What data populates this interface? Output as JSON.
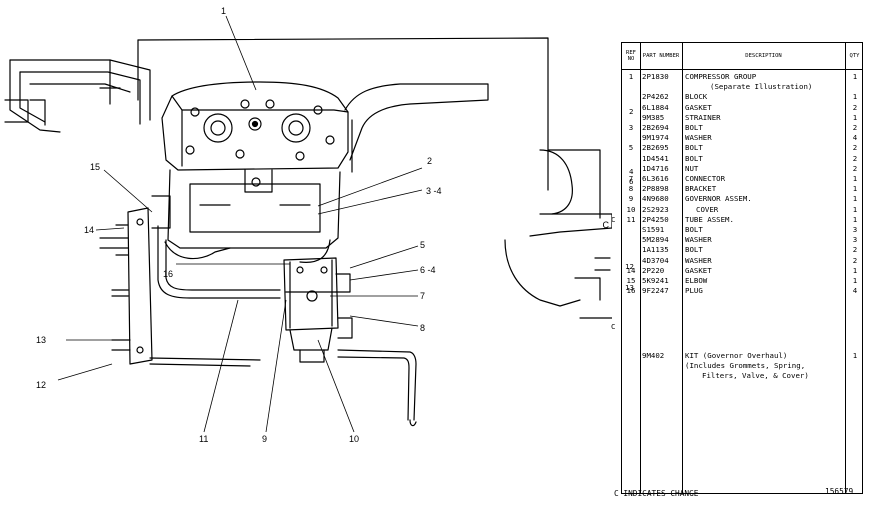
{
  "drawing": {
    "callouts": [
      "1",
      "2",
      "3 -4",
      "5",
      "6 -4",
      "7",
      "8",
      "10",
      "9",
      "11",
      "12",
      "13",
      "14",
      "15",
      "16"
    ],
    "change_marker": "C"
  },
  "table": {
    "headers": {
      "ref": "REF NO",
      "part": "PART NUMBER",
      "desc": "DESCRIPTION",
      "qty": "QTY"
    },
    "rows": [
      {
        "ref": "1",
        "part": "2P1830",
        "desc": "COMPRESSOR GROUP",
        "qty": "1"
      },
      {
        "ref": "",
        "part": "",
        "desc": "(Separate Illustration)",
        "qty": ""
      },
      {
        "ref": "",
        "part": "2P4262",
        "desc": "BLOCK",
        "qty": "1"
      },
      {
        "ref": "",
        "part": "6L1884",
        "desc": "GASKET",
        "qty": "2"
      },
      {
        "ref": "",
        "part": "9M385",
        "desc": "STRAINER",
        "qty": "1"
      },
      {
        "ref": "3",
        "part": "2B2694",
        "desc": "BOLT",
        "qty": "2"
      },
      {
        "ref": "",
        "part": "9M1974",
        "desc": "WASHER",
        "qty": "4"
      },
      {
        "ref": "5",
        "part": "2B2695",
        "desc": "BOLT",
        "qty": "2"
      },
      {
        "ref": "",
        "part": "1D4541",
        "desc": "BOLT",
        "qty": "2"
      },
      {
        "ref": "",
        "part": "1D4716",
        "desc": "NUT",
        "qty": "2"
      },
      {
        "ref": "7",
        "part": "6L3616",
        "desc": "CONNECTOR",
        "qty": "1"
      },
      {
        "ref": "8",
        "part": "2P8898",
        "desc": "BRACKET",
        "qty": "1"
      },
      {
        "ref": "9",
        "part": "4N9680",
        "desc": "GOVERNOR ASSEM.",
        "qty": "1"
      },
      {
        "ref": "10",
        "part": "2S2923",
        "desc": "COVER",
        "qty": "1"
      },
      {
        "ref": "11",
        "part": "2P4250",
        "desc": "TUBE ASSEM.",
        "qty": "1"
      },
      {
        "ref": "",
        "part": "S1591",
        "desc": "BOLT",
        "qty": "3"
      },
      {
        "ref": "",
        "part": "5M2894",
        "desc": "WASHER",
        "qty": "3"
      },
      {
        "ref": "",
        "part": "1A1135",
        "desc": "BOLT",
        "qty": "2"
      },
      {
        "ref": "",
        "part": "4D3704",
        "desc": "WASHER",
        "qty": "2"
      },
      {
        "ref": "14",
        "part": "2P220",
        "desc": "GASKET",
        "qty": "1"
      },
      {
        "ref": "15",
        "part": "5K9241",
        "desc": "ELBOW",
        "qty": "1"
      },
      {
        "ref": "16",
        "part": "9F2247",
        "desc": "PLUG",
        "qty": "4"
      }
    ],
    "group_refs": [
      "2",
      "4",
      "6",
      "12",
      "13"
    ],
    "change_rows": [
      "C",
      "C"
    ],
    "kit": {
      "part": "9M402",
      "desc_lines": [
        "KIT (Governor Overhaul)",
        "(Includes Grommets, Spring,",
        "Filters, Valve, & Cover)"
      ],
      "qty": "1"
    }
  },
  "footer": {
    "change_note": "C INDICATES CHANGE",
    "figure_number": "156579"
  }
}
